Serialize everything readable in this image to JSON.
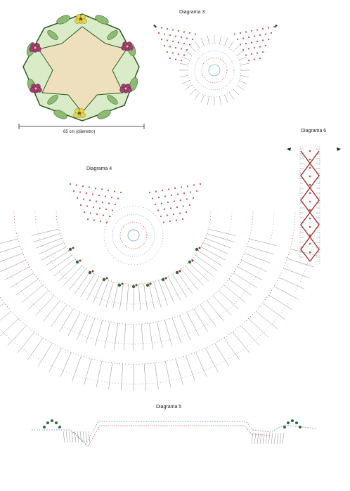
{
  "diagrams": {
    "d3": "Diagrama 3",
    "d4": "Diagrama 4",
    "d5": "Diagrama 5",
    "d6": "Diagrama 6"
  },
  "dimension_label": "65 cm (diâmetro)",
  "colors": {
    "red_stitch": "#c0504d",
    "blue_stitch": "#7fb3c8",
    "gray_stitch": "#8a8a8a",
    "dark_red": "#a0302a",
    "green_dot": "#2e6b3a",
    "leaf_green": "#8dbb73",
    "mat_fill": "#efe0bd",
    "flower_pink": "#a33a7a",
    "flower_yellow": "#e7d34a"
  }
}
